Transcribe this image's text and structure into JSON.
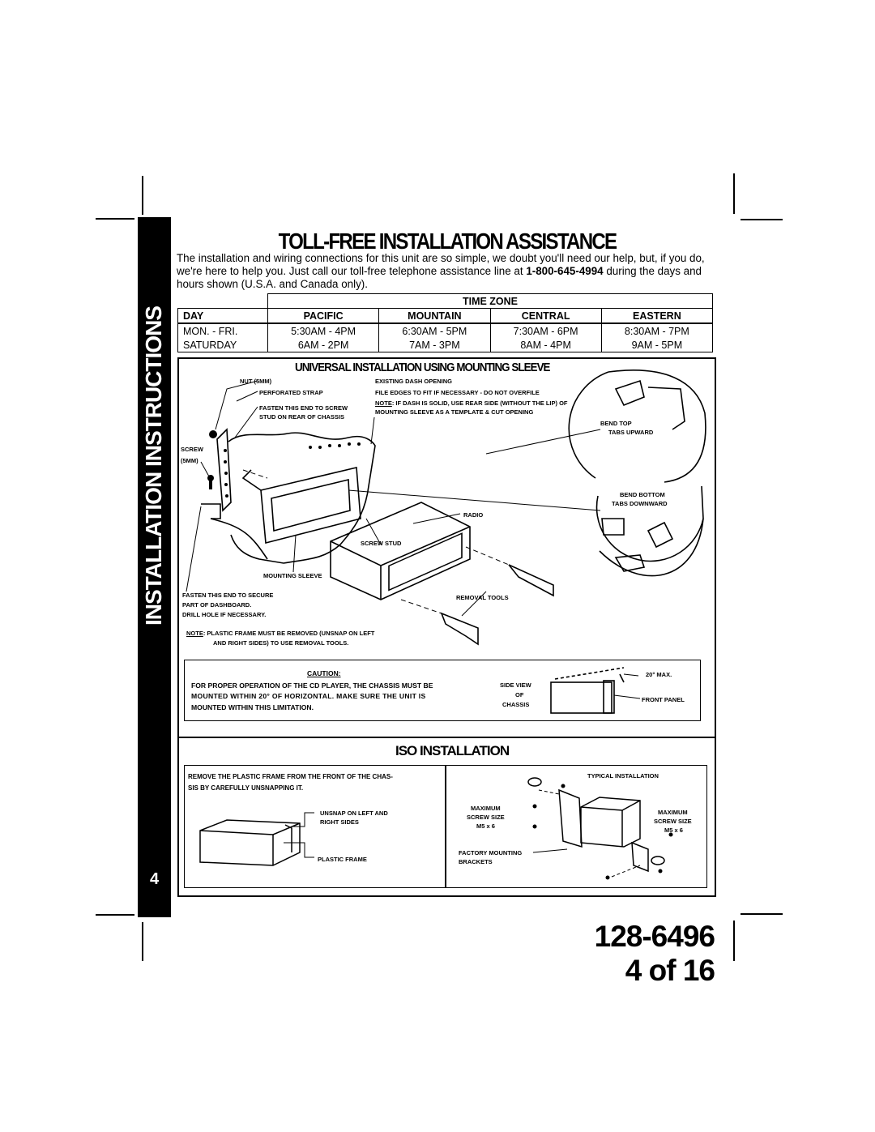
{
  "sidebar": {
    "section": "INSTALLATION INSTRUCTIONS",
    "page_number": "4"
  },
  "title": "TOLL-FREE INSTALLATION ASSISTANCE",
  "intro": {
    "text_before": "The installation and wiring connections for this unit are so simple, we doubt you'll need our help, but, if you do, we're here to help you. Just call our toll-free telephone assistance line at ",
    "phone": "1-800-645-4994",
    "text_after": " during the days and hours shown (U.S.A. and Canada only)."
  },
  "time_table": {
    "group_header": "TIME ZONE",
    "headers": [
      "DAY",
      "PACIFIC",
      "MOUNTAIN",
      "CENTRAL",
      "EASTERN"
    ],
    "rows": [
      [
        "MON. - FRI.",
        "5:30AM - 4PM",
        "6:30AM - 5PM",
        "7:30AM - 6PM",
        "8:30AM - 7PM"
      ],
      [
        "SATURDAY",
        "6AM - 2PM",
        "7AM - 3PM",
        "8AM - 4PM",
        "9AM - 5PM"
      ]
    ]
  },
  "universal": {
    "heading": "UNIVERSAL INSTALLATION USING MOUNTING SLEEVE",
    "labels": {
      "nut": "NUT (5MM)",
      "strap": "PERFORATED STRAP",
      "fasten_screw_1": "FASTEN THIS END TO SCREW",
      "fasten_screw_2": "STUD ON REAR OF CHASSIS",
      "screw": "SCREW",
      "screw_size": "(5MM)",
      "dash_opening": "EXISTING DASH OPENING",
      "file_edges": "FILE EDGES TO FIT IF NECESSARY - DO NOT OVERFILE",
      "note_word": "NOTE",
      "dash_note_1": ": IF DASH IS SOLID, USE REAR SIDE (WITHOUT THE LIP) OF",
      "dash_note_2": "MOUNTING SLEEVE AS A TEMPLATE & CUT OPENING",
      "bend_top_1": "BEND TOP",
      "bend_top_2": "TABS UPWARD",
      "bend_bottom_1": "BEND BOTTOM",
      "bend_bottom_2": "TABS DOWNWARD",
      "radio": "RADIO",
      "screw_stud": "SCREW  STUD",
      "mounting_sleeve": "MOUNTING SLEEVE",
      "fasten_dash_1": "FASTEN THIS END TO SECURE",
      "fasten_dash_2": "PART OF DASHBOARD.",
      "fasten_dash_3": "DRILL HOLE  IF  NECESSARY.",
      "removal_tools": "REMOVAL TOOLS",
      "frame_note_1": ":  PLASTIC FRAME MUST BE REMOVED (UNSNAP ON LEFT",
      "frame_note_2": "AND RIGHT SIDES) TO USE REMOVAL TOOLS."
    },
    "caution": {
      "title": "CAUTION:",
      "line1": "FOR PROPER OPERATION OF THE CD PLAYER, THE CHASSIS MUST BE",
      "line2": "MOUNTED WITHIN 20° OF HORIZONTAL. MAKE SURE THE UNIT IS",
      "line3": "MOUNTED WITHIN THIS LIMITATION.",
      "side_view_1": "SIDE VIEW",
      "side_view_2": "OF",
      "side_view_3": "CHASSIS",
      "angle": "20° MAX.",
      "front_panel": "FRONT PANEL"
    }
  },
  "iso": {
    "heading": "ISO INSTALLATION",
    "instruction_1": "REMOVE THE PLASTIC FRAME FROM THE FRONT OF THE CHAS-",
    "instruction_2": "SIS BY CAREFULLY UNSNAPPING IT.",
    "unsnap_1": "UNSNAP ON LEFT AND",
    "unsnap_2": "RIGHT SIDES",
    "plastic_frame": "PLASTIC FRAME",
    "typical": "TYPICAL INSTALLATION",
    "max_left_1": "MAXIMUM",
    "max_left_2": "SCREW SIZE",
    "max_left_3": "M5  x  6",
    "max_right_1": "MAXIMUM",
    "max_right_2": "SCREW SIZE",
    "max_right_3": "M5  x  6",
    "brackets_1": "FACTORY MOUNTING",
    "brackets_2": "BRACKETS"
  },
  "document": {
    "number": "128-6496",
    "page": "4 of 16"
  }
}
